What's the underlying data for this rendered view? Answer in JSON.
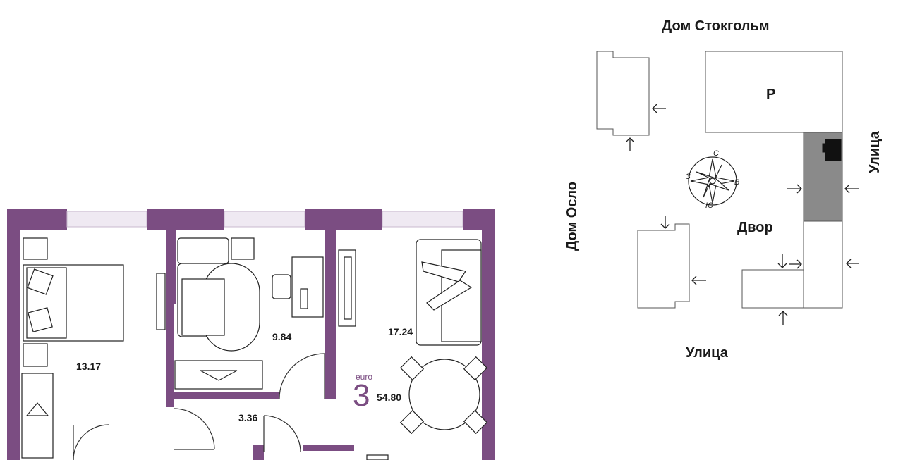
{
  "floor_plan": {
    "rooms": [
      {
        "area": "13.17"
      },
      {
        "area": "9.84"
      },
      {
        "area": "17.24"
      },
      {
        "area": "3.36"
      }
    ],
    "apartment": {
      "type_label": "euro",
      "rooms_count": "3",
      "total_area": "54.80"
    },
    "colors": {
      "wall": "#7b4d82",
      "furniture_stroke": "#222222",
      "window": "#d9cde0"
    }
  },
  "site_plan": {
    "labels": {
      "north_house": "Дом Стокгольм",
      "west_house": "Дом Осло",
      "east_street": "Улица",
      "south_street": "Улица",
      "yard": "Двор",
      "parking": "P"
    },
    "compass": {
      "north": "С",
      "west": "З",
      "east": "В",
      "south": "Ю"
    },
    "colors": {
      "highlight_block": "#8a8a8a",
      "outline": "#555555"
    }
  }
}
